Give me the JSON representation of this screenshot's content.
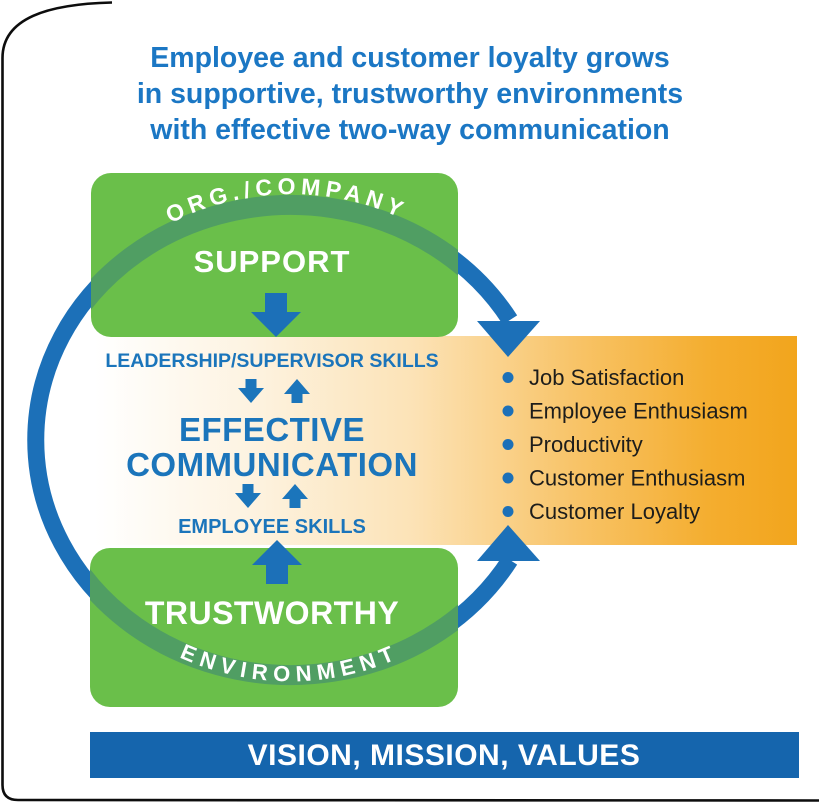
{
  "title": {
    "line1": "Employee and customer loyalty grows",
    "line2": "in supportive, trustworthy environments",
    "line3": "with effective two-way communication"
  },
  "diagram": {
    "top_box": {
      "arc_label": "ORG./COMPANY",
      "label": "SUPPORT"
    },
    "center": {
      "top_label": "LEADERSHIP/SUPERVISOR SKILLS",
      "title_line1": "EFFECTIVE",
      "title_line2": "COMMUNICATION",
      "bottom_label": "EMPLOYEE SKILLS"
    },
    "outcomes": {
      "items": [
        "Job Satisfaction",
        "Employee Enthusiasm",
        "Productivity",
        "Customer Enthusiasm",
        "Customer Loyalty"
      ]
    },
    "bottom_box": {
      "label": "TRUSTWORTHY",
      "arc_label": "ENVIRONMENT"
    },
    "footer_bar": {
      "label": "VISION, MISSION, VALUES"
    }
  },
  "colors": {
    "title_blue": "#1b77c4",
    "diagram_blue": "#1c70b8",
    "green_box": "#6abf4a",
    "arc_green": "#509e63",
    "band_orange": "#f2a51d",
    "footer_blue": "#1565ad",
    "bullet_text": "#1d1d1b",
    "frame_black": "#0d0d0d"
  }
}
